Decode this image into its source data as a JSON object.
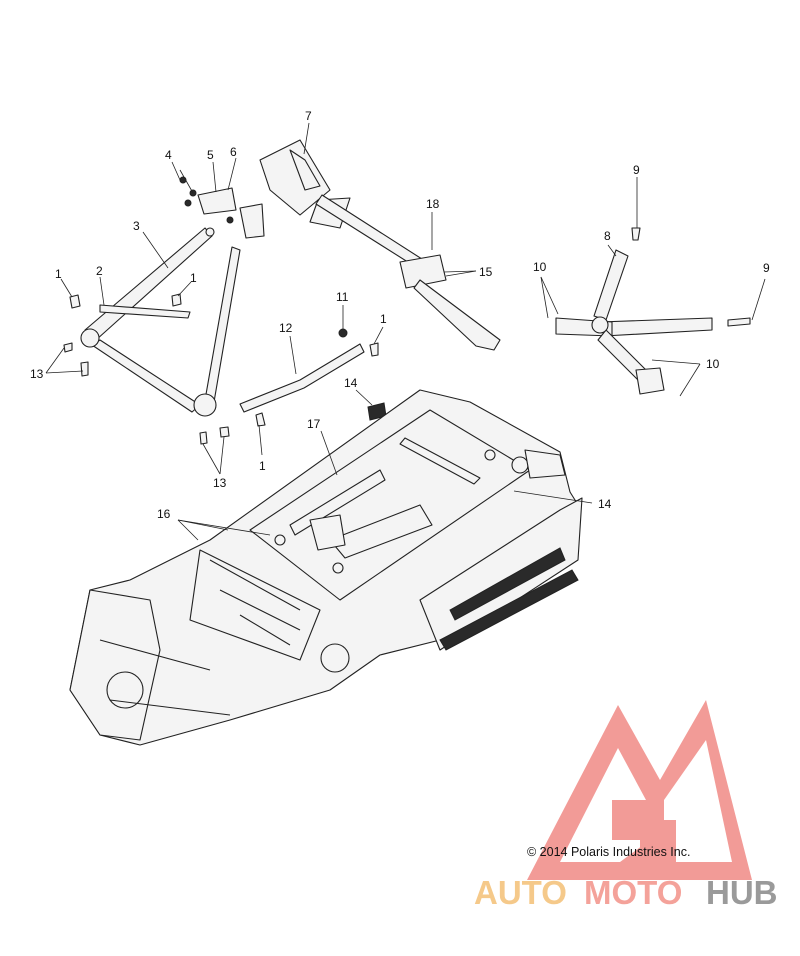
{
  "diagram": {
    "callouts": {
      "c1a": "1",
      "c1b": "1",
      "c1c": "1",
      "c1d": "1",
      "c2": "2",
      "c3": "3",
      "c4": "4",
      "c5": "5",
      "c6": "6",
      "c7": "7",
      "c8": "8",
      "c9a": "9",
      "c9b": "9",
      "c10a": "10",
      "c10b": "10",
      "c11": "11",
      "c12": "12",
      "c13a": "13",
      "c13b": "13",
      "c14a": "14",
      "c14b": "14",
      "c15": "15",
      "c16": "16",
      "c17": "17",
      "c18": "18"
    },
    "copyright": "© 2014 Polaris Industries Inc."
  },
  "watermark": {
    "word_auto": "AUTO",
    "word_moto": "MOTO",
    "word_hub": "HUB",
    "colors": {
      "auto": "#f5c98a",
      "moto": "#f4a29a",
      "hub": "#9a9a9a",
      "logo": "#f08a85"
    }
  }
}
